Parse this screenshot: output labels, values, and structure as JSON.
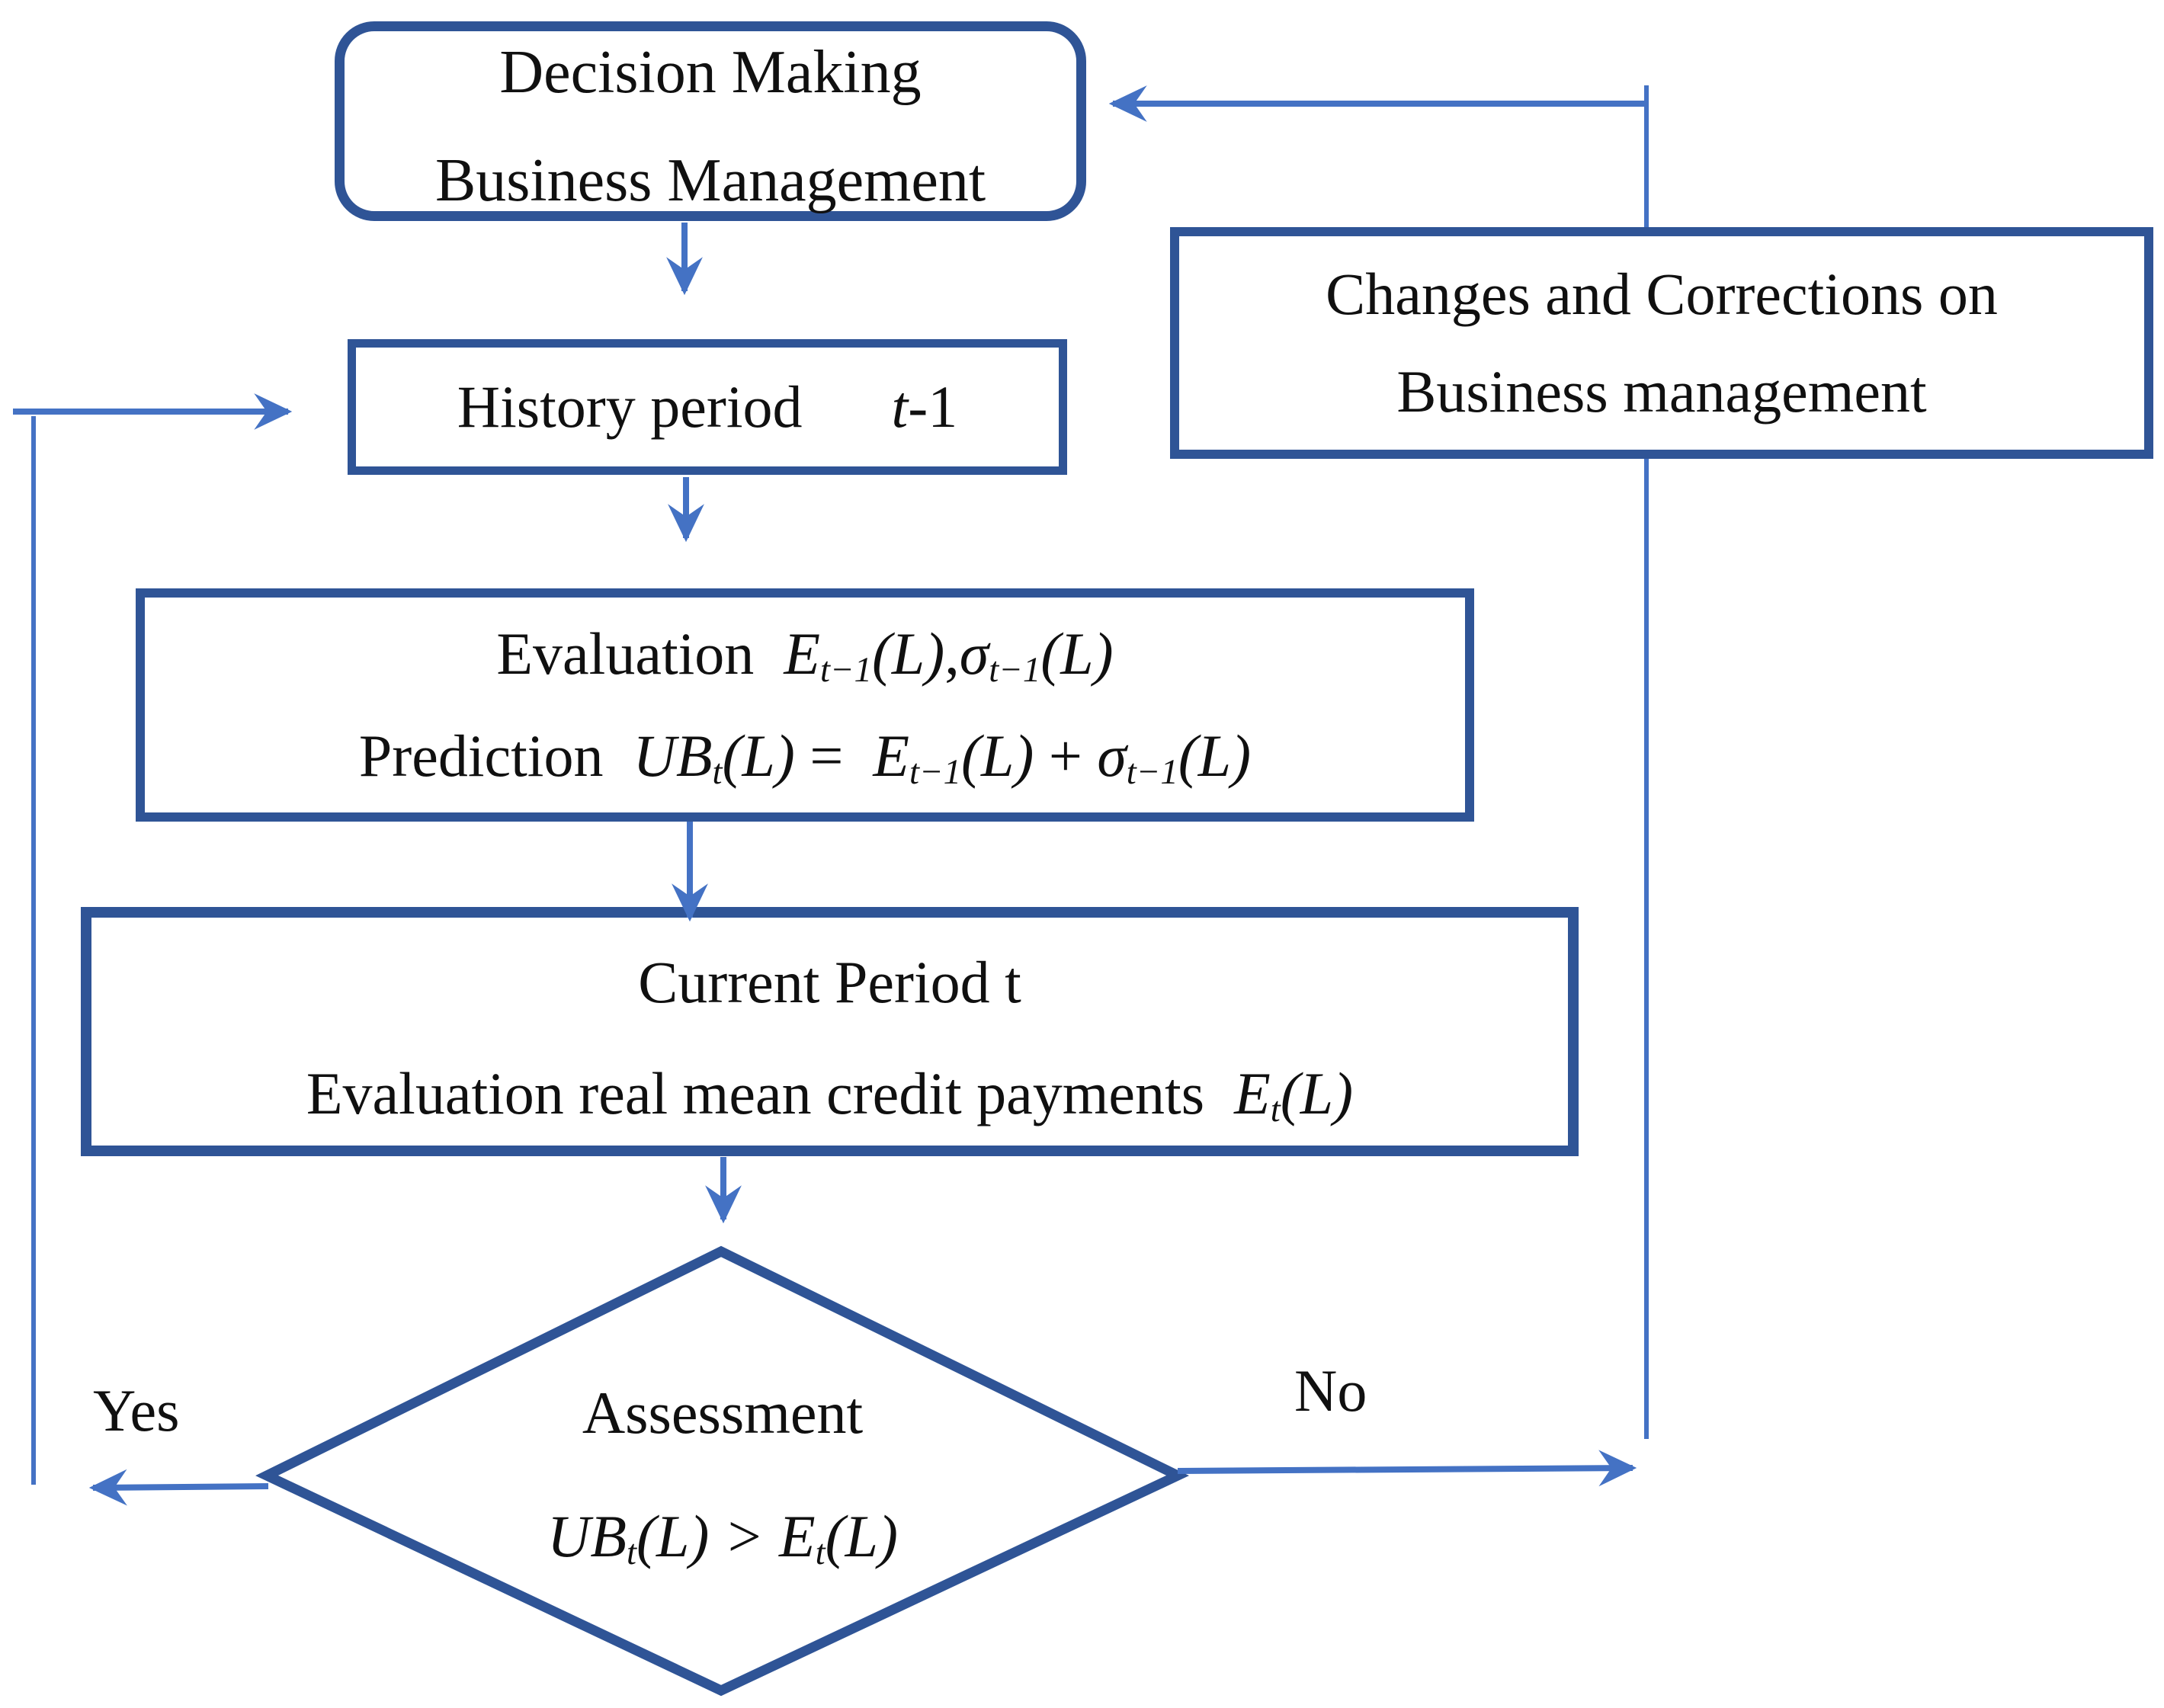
{
  "colors": {
    "node_border": "#2F5496",
    "connector": "#4472C4",
    "text": "#101010",
    "background": "#FFFFFF"
  },
  "nodes": {
    "decision": {
      "lines": [
        [
          {
            "t": "Decision Making"
          }
        ],
        [
          {
            "t": "Business Management"
          }
        ]
      ]
    },
    "history": {
      "lines": [
        [
          {
            "t": "History period      "
          },
          {
            "t": "t",
            "s": "it"
          },
          {
            "t": "-1"
          }
        ]
      ]
    },
    "evaluation": {
      "lines": [
        [
          {
            "t": "Evaluation  "
          },
          {
            "t": "E",
            "s": "it"
          },
          {
            "t": "t−1",
            "s": "itsub"
          },
          {
            "t": "(L)",
            "s": "it"
          },
          {
            "t": ","
          },
          {
            "t": "σ",
            "s": "it"
          },
          {
            "t": "t−1",
            "s": "itsub"
          },
          {
            "t": "(L)",
            "s": "it"
          }
        ],
        [
          {
            "t": "Prediction  "
          },
          {
            "t": "UB",
            "s": "it"
          },
          {
            "t": "t",
            "s": "itsub"
          },
          {
            "t": "(L)",
            "s": "it"
          },
          {
            "t": " =  "
          },
          {
            "t": "E",
            "s": "it"
          },
          {
            "t": "t−1",
            "s": "itsub"
          },
          {
            "t": "(L)",
            "s": "it"
          },
          {
            "t": " + "
          },
          {
            "t": "σ",
            "s": "it"
          },
          {
            "t": "t−1",
            "s": "itsub"
          },
          {
            "t": "(L)",
            "s": "it"
          }
        ]
      ]
    },
    "current": {
      "lines": [
        [
          {
            "t": "Current Period t"
          }
        ],
        [
          {
            "t": "Evaluation real mean credit payments  "
          },
          {
            "t": "E",
            "s": "it"
          },
          {
            "t": "t",
            "s": "itsub"
          },
          {
            "t": "(L)",
            "s": "it"
          }
        ]
      ]
    },
    "assessment": {
      "lines": [
        [
          {
            "t": "Assessment"
          }
        ],
        [
          {
            "t": "UB",
            "s": "it"
          },
          {
            "t": "t",
            "s": "itsub"
          },
          {
            "t": "(L) > ",
            "s": "it"
          },
          {
            "t": "E",
            "s": "it"
          },
          {
            "t": "t",
            "s": "itsub"
          },
          {
            "t": "(L)",
            "s": "it"
          }
        ]
      ]
    },
    "changes": {
      "lines": [
        [
          {
            "t": "Changes and Corrections on"
          }
        ],
        [
          {
            "t": "Business management"
          }
        ]
      ]
    }
  },
  "labels": {
    "yes": "Yes",
    "no": "No"
  }
}
